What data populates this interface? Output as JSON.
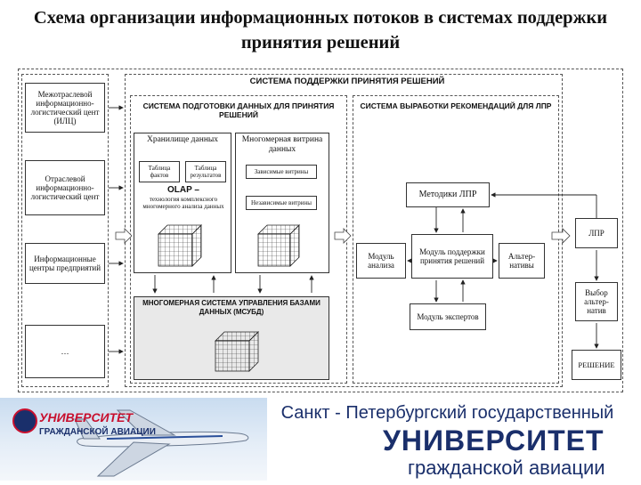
{
  "title": "Схема организации информационных потоков в системах поддержки принятия решений",
  "sources": [
    "Межотраслевой информационно-логистический цент (ИЛЦ)",
    "Отраслевой информационно-логистический цент",
    "Информационные центры предприятий",
    "…"
  ],
  "dss": {
    "title": "СИСТЕМА ПОДДЕРЖКИ ПРИНЯТИЯ РЕШЕНИЙ",
    "prep": {
      "title": "СИСТЕМА ПОДГОТОВКИ ДАННЫХ ДЛЯ ПРИНЯТИЯ РЕШЕНИЙ",
      "warehouse": "Хранилище данных",
      "facts_table": "Таблица фактов",
      "results_table": "Таблица результатов",
      "olap_title": "OLAP –",
      "olap_desc": "технология комплексного многомерного анализа данных",
      "showcase": "Многомерная витрина данных",
      "dependent": "Зависимые витрины",
      "independent": "Независимые витрины",
      "mdbms": "МНОГОМЕРНАЯ СИСТЕМА УПРАВЛЕНИЯ БАЗАМИ ДАННЫХ (МСУБД)"
    },
    "rec": {
      "title": "СИСТЕМА ВЫРАБОТКИ РЕКОМЕНДАЦИЙ ДЛЯ ЛПР",
      "methods": "Методики ЛПР",
      "analysis": "Модуль анализа",
      "support": "Модуль поддержки принятия решений",
      "alternatives": "Альтер-нативы",
      "experts": "Модуль экспертов"
    }
  },
  "lpr": "ЛПР",
  "choice": "Выбор альтер-натив",
  "decision": "РЕШЕНИЕ",
  "footer": {
    "logo_line1": "УНИВЕРСИТЕТ",
    "logo_line2": "ГРАЖДАНСКОЙ АВИАЦИИ",
    "line1": "Санкт - Петербургский государственный",
    "line2": "УНИВЕРСИТЕТ",
    "line3": "гражданской авиации"
  },
  "colors": {
    "navy": "#1a2f6b",
    "red": "#c8102e",
    "sky": "#c9dcf0"
  }
}
